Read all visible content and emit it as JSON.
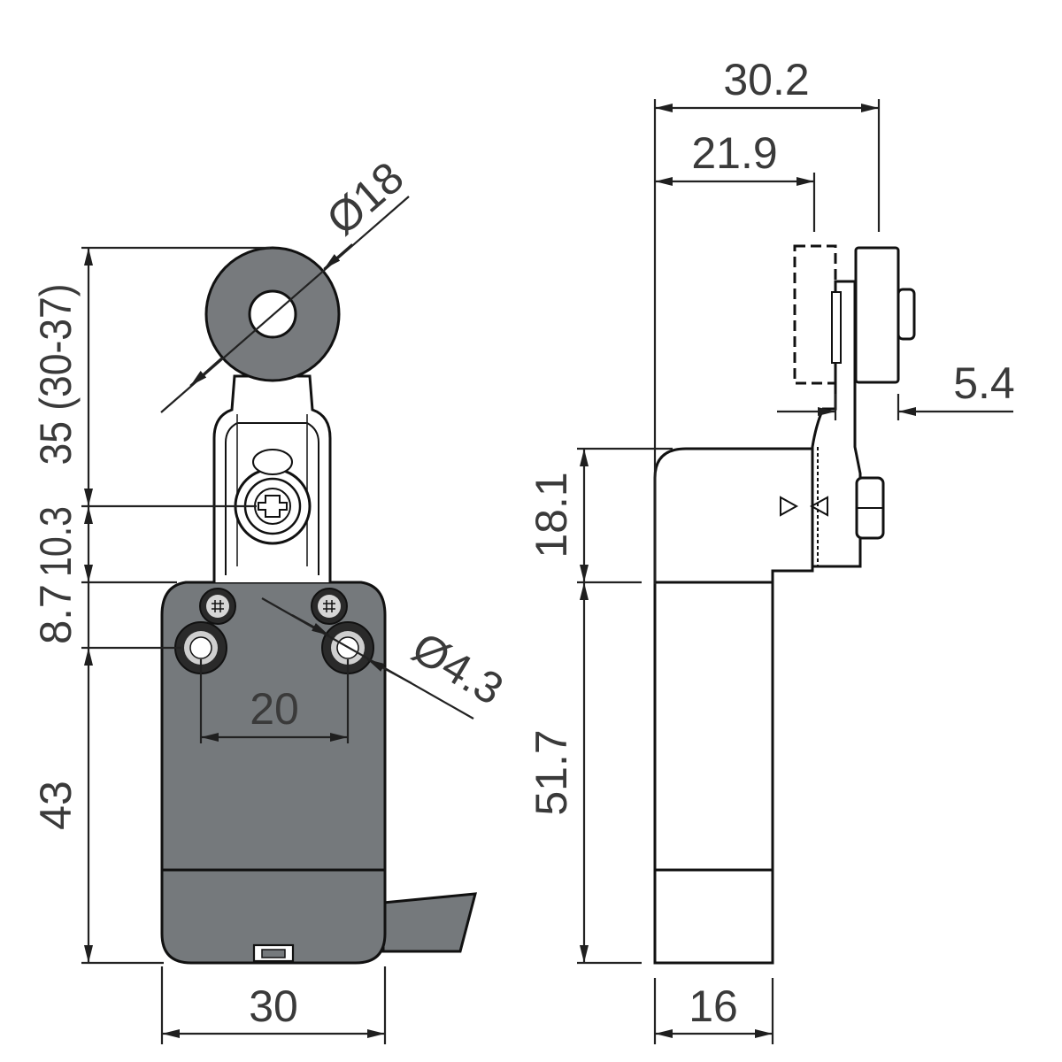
{
  "dimensions": {
    "roller_diameter": "Ø18",
    "lever_length": "35 (30-37)",
    "axis_to_top": "10.3",
    "top_to_holes": "8.7",
    "body_height": "43",
    "hole_spacing": "20",
    "hole_diameter": "Ø4.3",
    "body_width": "30",
    "overall_depth": "30.2",
    "roller_offset": "21.9",
    "roller_width": "5.4",
    "head_height": "18.1",
    "side_body_height": "51.7",
    "side_depth": "16"
  },
  "colors": {
    "body": "#75797c",
    "roller": "#777a7d",
    "lines": "#1f1f1f",
    "text": "#3a3a3a"
  }
}
